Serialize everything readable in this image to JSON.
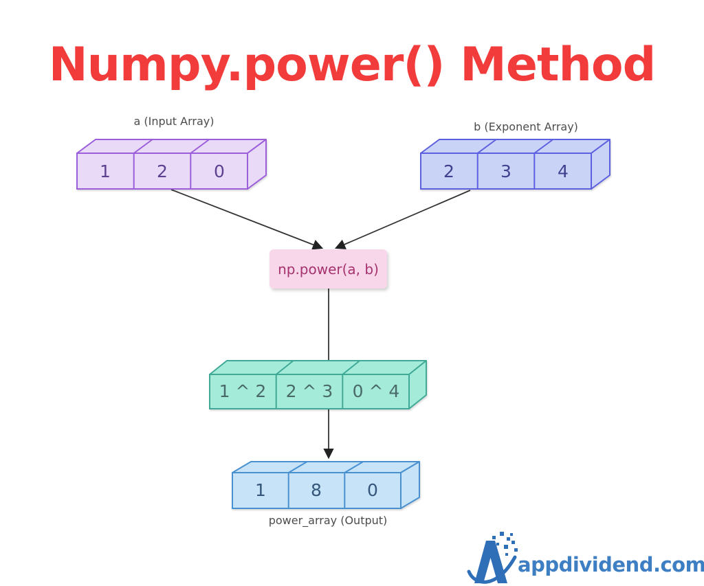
{
  "title": "Numpy.power() Method",
  "arrays": {
    "input": {
      "label": "a (Input Array)",
      "cells": [
        "1",
        "2",
        "0"
      ]
    },
    "exponent": {
      "label": "b (Exponent Array)",
      "cells": [
        "2",
        "3",
        "4"
      ]
    },
    "computation": {
      "cells": [
        "1 ^ 2",
        "2 ^ 3",
        "0 ^ 4"
      ]
    },
    "output": {
      "label": "power_array (Output)",
      "cells": [
        "1",
        "8",
        "0"
      ]
    }
  },
  "function_box": {
    "label": "np.power(a, b)"
  },
  "footer": {
    "brand": "appdividend.com"
  },
  "colors": {
    "title_red": "#F23B3B",
    "label_gray": "#4C4C4C",
    "input_stroke": "#9B5DD9",
    "input_fill": "#E9DBF8",
    "input_text": "#5D3F8F",
    "exponent_stroke": "#5C5FE0",
    "exponent_fill": "#C9D3F6",
    "exponent_text": "#3F3F8F",
    "function_fill": "#F7D7E9",
    "function_text": "#A6326E",
    "computation_stroke": "#3FA996",
    "computation_fill": "#A5EBDA",
    "computation_text": "#4A6B68",
    "output_stroke": "#4A90D0",
    "output_fill": "#C6E3F8",
    "output_text": "#35567A",
    "arrow": "#333333",
    "brand_blue": "#3E7FC3",
    "logo_blue": "#2E6FB8"
  }
}
